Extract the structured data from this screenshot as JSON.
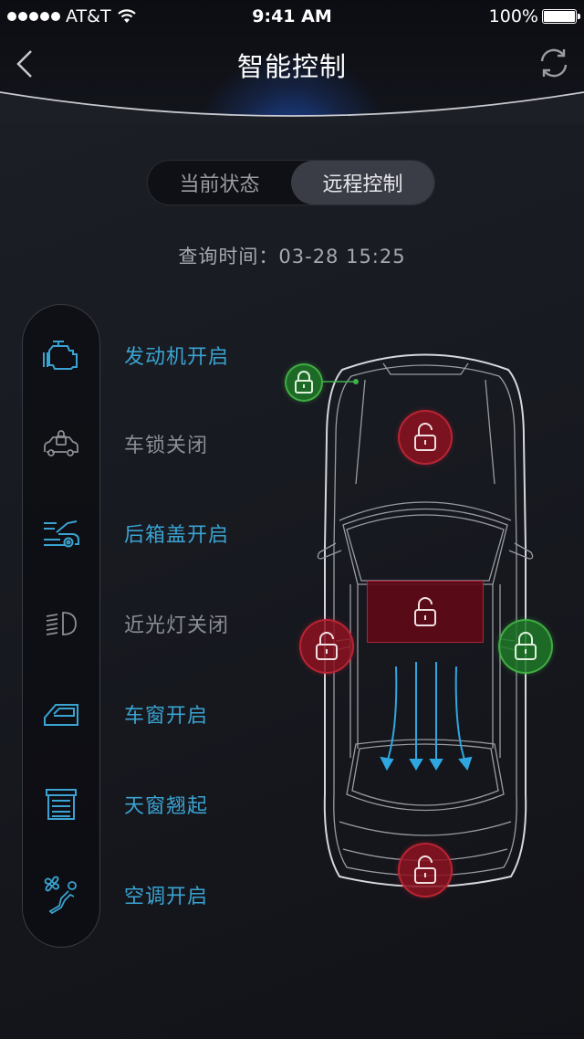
{
  "status_bar": {
    "carrier": "AT&T",
    "time": "9:41 AM",
    "battery": "100%"
  },
  "nav": {
    "title": "智能控制",
    "back_icon": "chevron-left-icon",
    "refresh_icon": "refresh-icon"
  },
  "segment": {
    "tabs": [
      {
        "label": "当前状态",
        "active": false
      },
      {
        "label": "远程控制",
        "active": true
      }
    ]
  },
  "query": {
    "text": "查询时间：03-28   15:25"
  },
  "statuses": [
    {
      "icon": "engine-icon",
      "label": "发动机开启",
      "state": "on"
    },
    {
      "icon": "car-lock-icon",
      "label": "车锁关闭",
      "state": "off"
    },
    {
      "icon": "trunk-icon",
      "label": "后箱盖开启",
      "state": "on"
    },
    {
      "icon": "low-beam-icon",
      "label": "近光灯关闭",
      "state": "off"
    },
    {
      "icon": "car-window-icon",
      "label": "车窗开启",
      "state": "on"
    },
    {
      "icon": "sunroof-icon",
      "label": "天窗翘起",
      "state": "on"
    },
    {
      "icon": "air-conditioner-icon",
      "label": "空调开启",
      "state": "on"
    }
  ],
  "car_locks": {
    "front_left": {
      "state": "locked",
      "color": "#2e8f36"
    },
    "hood": {
      "state": "unlocked",
      "color": "#8c1220"
    },
    "sunroof": {
      "state": "unlocked",
      "color": "#5f0a16"
    },
    "left_door": {
      "state": "unlocked",
      "color": "#8c1220"
    },
    "right_door": {
      "state": "locked",
      "color": "#2e8f36"
    },
    "trunk": {
      "state": "unlocked",
      "color": "#8c1220"
    }
  },
  "colors": {
    "accent": "#3aa3d1",
    "inactive": "#8c8e96",
    "locked": "#2e8f36",
    "unlocked": "#8c1220"
  }
}
